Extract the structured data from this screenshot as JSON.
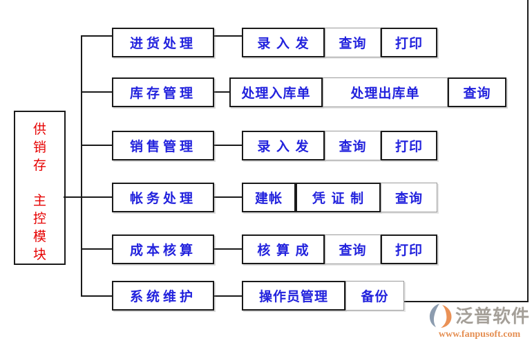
{
  "colors": {
    "module_text_blue": "#2222dd",
    "root_text_red": "#e60000",
    "connector_black": "#1a1a1a",
    "logo_orange": "#e2803c",
    "logo_gray": "#98928a",
    "logo_icon_slate": "#7d8fa4",
    "logo_icon_orange": "#e8823f"
  },
  "diagram": {
    "root": {
      "title_top": "供销存",
      "title_bottom": "主控模块"
    },
    "rows": [
      {
        "category": "进货处理",
        "children": [
          {
            "label": "录 入 发"
          },
          {
            "label": "查询"
          },
          {
            "label": "打印"
          }
        ]
      },
      {
        "category": "库存管理",
        "children": [
          {
            "label": "处理入库单"
          },
          {
            "label": "处理出库单"
          },
          {
            "label": "查询"
          }
        ]
      },
      {
        "category": "销售管理",
        "children": [
          {
            "label": "录 入 发"
          },
          {
            "label": "查询"
          },
          {
            "label": "打印"
          }
        ]
      },
      {
        "category": "帐务处理",
        "children": [
          {
            "label": "建帐"
          },
          {
            "label": "凭 证 制"
          },
          {
            "label": "查询"
          }
        ]
      },
      {
        "category": "成本核算",
        "children": [
          {
            "label": "核 算 成"
          },
          {
            "label": "查询"
          },
          {
            "label": "打印"
          }
        ]
      },
      {
        "category": "系统维护",
        "children": [
          {
            "label": "操作员管理"
          },
          {
            "label": "备份"
          }
        ]
      }
    ]
  },
  "logo": {
    "name": "泛普软件",
    "url": "www.fanpusoft.com"
  }
}
